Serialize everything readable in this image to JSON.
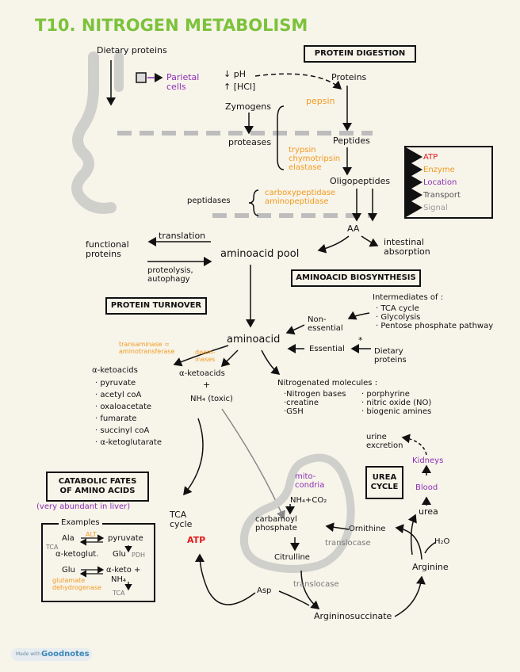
{
  "title": "T10. NITROGEN METABOLISM",
  "colors": {
    "title": "#7cc23a",
    "orange": "#f39a1e",
    "purple": "#8b2fb5",
    "red": "#e11b1b",
    "gray": "#8a8a8a",
    "paper": "#f7f4ea"
  },
  "digestion": {
    "box": "PROTEIN DIGESTION",
    "dietary_proteins": "Dietary proteins",
    "parietal_cells": "Parietal\ncells",
    "ph": "↓ pH",
    "hcl": "↑ [HCl]",
    "proteins": "Proteins",
    "pepsin": "pepsin",
    "zymogens": "Zymogens",
    "proteases": "proteases",
    "peptides": "Peptides",
    "trypsin": "trypsin\nchymotripsin\nelastase",
    "oligopeptides": "Oligopeptides",
    "peptidases": "peptidases",
    "carboxypeptidase": "carboxypeptidase\naminopeptidase",
    "aa": "AA",
    "intestinal": "intestinal\nabsorption"
  },
  "legend": {
    "items": [
      {
        "icon": "atp-arrow-icon",
        "label": "ATP",
        "color": "#e11b1b"
      },
      {
        "icon": "enzyme-arrow-icon",
        "label": "Enzyme",
        "color": "#f39a1e"
      },
      {
        "icon": "location-arrow-icon",
        "label": "Location",
        "color": "#8b2fb5"
      },
      {
        "icon": "transport-arrow-icon",
        "label": "Transport",
        "color": "#555555"
      },
      {
        "icon": "signal-arrow-icon",
        "label": "Signal",
        "color": "#9a9a9a"
      }
    ]
  },
  "turnover": {
    "functional_proteins": "functional\nproteins",
    "translation": "translation",
    "proteolysis": "proteolysis,\nautophagy",
    "box": "PROTEIN TURNOVER",
    "pool": "aminoacid pool"
  },
  "biosynthesis": {
    "box": "AMINOACID BIOSYNTHESIS",
    "intermediates": "Intermediates of :",
    "intermediates_list": "· TCA cycle\n· Glycolysis\n· Pentose phosphate pathway",
    "non_essential": "Non-\nessential",
    "essential": "Essential",
    "asterisk": "*",
    "dietary": "Dietary\nproteins"
  },
  "aminoacid": {
    "label": "aminoacid",
    "transaminase": "transaminase =\naminotransferase",
    "deaminases": "deam-\ninases",
    "ketoacids_left": "α-ketoacids",
    "ketoacids_list": "· pyruvate\n· acetyl coA\n· oxaloacetate\n· fumarate\n· succinyl coA\n· α-ketoglutarate",
    "ketoacids_mid": "α-ketoacids",
    "plus": "+",
    "nh4": "NH₄ (toxic)",
    "nitro_title": "Nitrogenated molecules :",
    "nitro_left": "·Nitrogen bases\n·creatine\n·GSH",
    "nitro_right": "· porphyrine\n· nitric oxide (NO)\n· biogenic amines"
  },
  "catabolic": {
    "box": "CATABOLIC FATES\nOF AMINO ACIDS",
    "abundant": "(very abundant in liver)",
    "examples": "Examples",
    "ala": "Ala",
    "alt": "ALT",
    "pyruvate": "pyruvate",
    "tca_small": "TCA",
    "a_ketoglut": "α-ketoglut.",
    "glu": "Glu",
    "pdh": "PDH",
    "glu2": "Glu",
    "a_keto_plus": "α-keto +",
    "nh4": "NH₄",
    "gdh": "glutamate\ndehydrogenase",
    "tca2": "TCA"
  },
  "tca": {
    "label": "TCA\ncycle",
    "atp": "ATP"
  },
  "urea_cycle": {
    "urine": "urine\nexcretion",
    "kidneys": "Kidneys",
    "blood": "Blood",
    "urea": "urea",
    "box": "UREA\nCYCLE",
    "mitochondria": "mito-\ncondria",
    "nh4_co2": "NH₄+CO₂",
    "carbamoyl": "carbamoyl\nphosphate",
    "ornithine": "Ornithine",
    "translocase1": "translocase",
    "h2o": "H₂O",
    "citrulline": "Citrulline",
    "arginine": "Arginine",
    "asp": "Asp",
    "translocase2": "translocase",
    "argininosuccinate": "Argininosuccinate"
  },
  "footer": {
    "made_with": "Made with",
    "brand": "Goodnotes"
  }
}
